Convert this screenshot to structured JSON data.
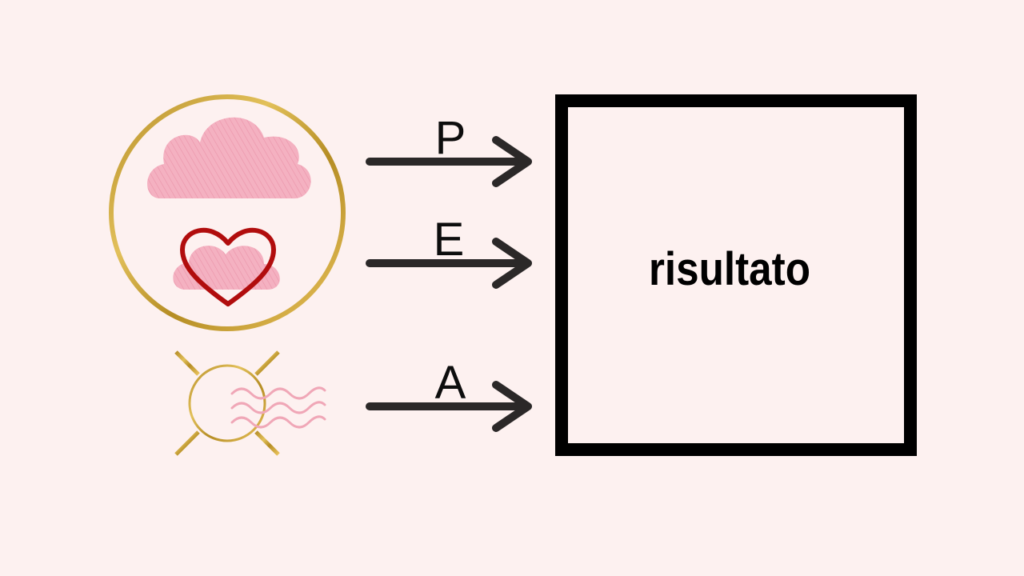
{
  "arrows": [
    {
      "label": "P"
    },
    {
      "label": "E"
    },
    {
      "label": "A"
    }
  ],
  "result": {
    "label": "risultato"
  },
  "colors": {
    "background": "#fdf1f0",
    "gold": "#c9a22f",
    "cloud_pink": "#f3a9bb",
    "heart_red": "#b10d0d",
    "wave_pink": "#f0a7b7",
    "arrow": "#2b2828",
    "box_border": "#000000"
  },
  "icons": {
    "globe": "globe-icon",
    "cloud_top": "cloud-icon",
    "cloud_small": "cloud-icon",
    "heart": "heart-icon",
    "sun": "sun-icon",
    "waves": "waves-icon"
  }
}
